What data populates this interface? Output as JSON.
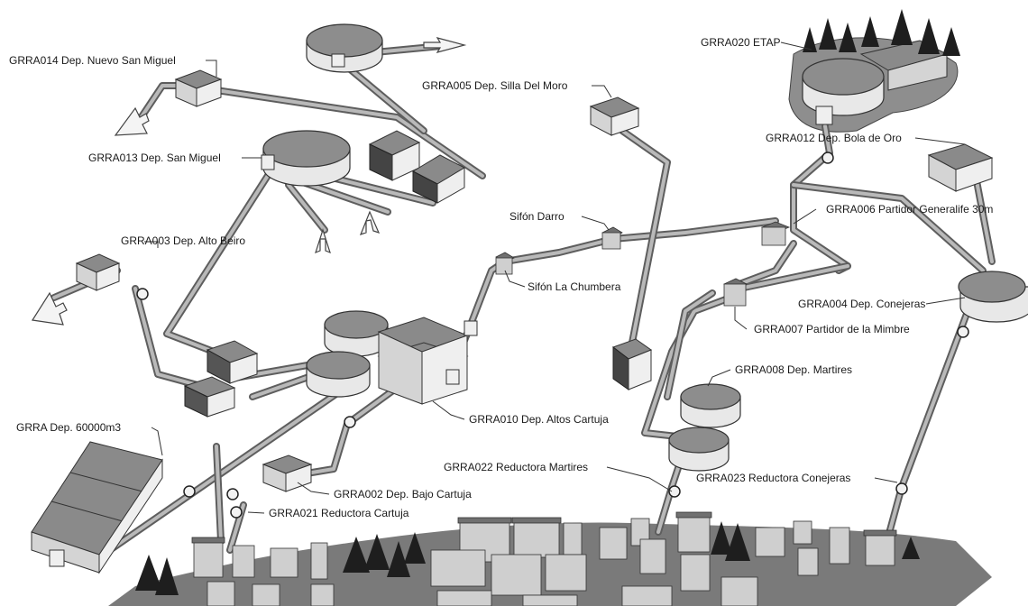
{
  "labels": {
    "grra014": "GRRA014 Dep. Nuevo San Miguel",
    "grra013": "GRRA013 Dep. San Miguel",
    "grra003": "GRRA003 Dep. Alto Beiro",
    "grra005": "GRRA005 Dep. Silla Del Moro",
    "grra020": "GRRA020 ETAP",
    "grra012": "GRRA012 Dep. Bola de Oro",
    "grra006": "GRRA006 Partidor Generalife 30m",
    "sifon_darro": "Sifón Darro",
    "sifon_chumbera": "Sifón La Chumbera",
    "grra004": "GRRA004 Dep. Conejeras",
    "grra007": "GRRA007 Partidor de la Mimbre",
    "grra008": "GRRA008 Dep. Martires",
    "grra010": "GRRA010 Dep. Altos Cartuja",
    "grra_dep": "GRRA Dep. 60000m3",
    "grra022": "GRRA022 Reductora Martires",
    "grra023": "GRRA023 Reductora Conejeras",
    "grra002": "GRRA002 Dep. Bajo Cartuja",
    "grra021": "GRRA021 Reductora Cartuja"
  }
}
